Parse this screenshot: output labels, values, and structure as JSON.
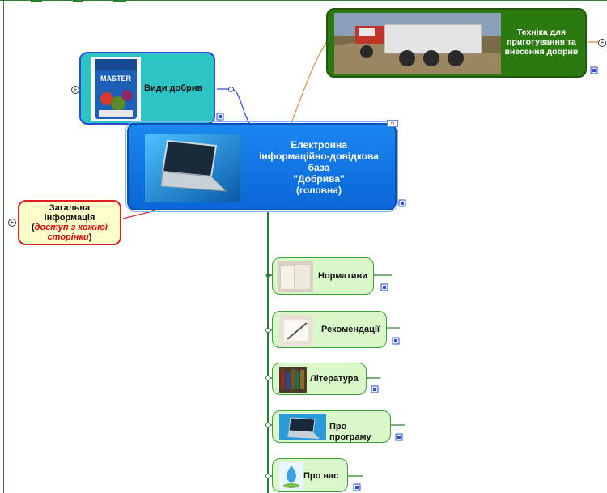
{
  "central": {
    "line1": "Електронна",
    "line2": "інформаційно-довідкова",
    "line3": "база",
    "line4": "\"Добрива\"",
    "line5": "(головна)"
  },
  "vidy": {
    "label": "Види добрив",
    "packet_brand": "MASTER"
  },
  "tekhnika": {
    "line1": "Техніка для",
    "line2": "приготування та",
    "line3": "внесення добрив"
  },
  "zagalna": {
    "line1": "Загальна",
    "line2": "інформація",
    "line3_open": "(",
    "line3_italic": "доступ з кожної",
    "line4_italic": "сторінки",
    "line4_close": ")"
  },
  "children": [
    {
      "label": "Нормативи"
    },
    {
      "label": "Рекомендації"
    },
    {
      "label": "Література"
    },
    {
      "label": "Про програму"
    },
    {
      "label": "Про нас"
    }
  ],
  "colors": {
    "central": "#1b86f0",
    "vidy": "#2cc4c4",
    "tekhnika": "#2a7a10",
    "zagalna_border": "#e02020",
    "child_fill": "#d9f7c8",
    "trunk": "#2e7d32"
  }
}
